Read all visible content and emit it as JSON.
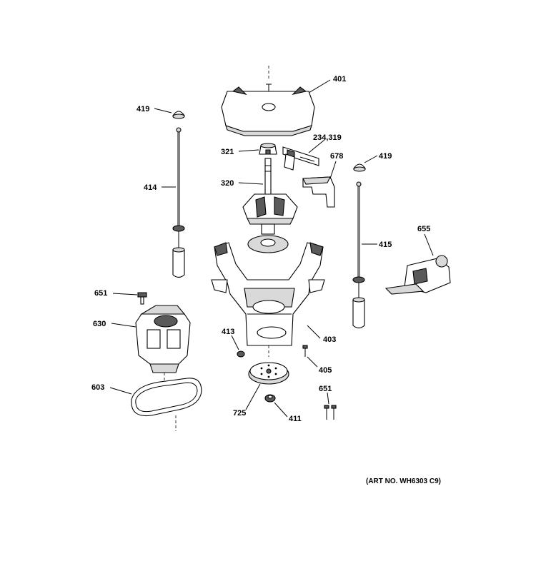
{
  "callouts": [
    {
      "id": "c401",
      "text": "401"
    },
    {
      "id": "c419a",
      "text": "419"
    },
    {
      "id": "c234",
      "text": "234,319"
    },
    {
      "id": "c321",
      "text": "321"
    },
    {
      "id": "c678",
      "text": "678"
    },
    {
      "id": "c419b",
      "text": "419"
    },
    {
      "id": "c414",
      "text": "414"
    },
    {
      "id": "c320",
      "text": "320"
    },
    {
      "id": "c655",
      "text": "655"
    },
    {
      "id": "c415",
      "text": "415"
    },
    {
      "id": "c651a",
      "text": "651"
    },
    {
      "id": "c630",
      "text": "630"
    },
    {
      "id": "c413",
      "text": "413"
    },
    {
      "id": "c403",
      "text": "403"
    },
    {
      "id": "c405",
      "text": "405"
    },
    {
      "id": "c651b",
      "text": "651"
    },
    {
      "id": "c603",
      "text": "603"
    },
    {
      "id": "c725",
      "text": "725"
    },
    {
      "id": "c411",
      "text": "411"
    }
  ],
  "art_number": "(ART NO. WH6303 C9)"
}
